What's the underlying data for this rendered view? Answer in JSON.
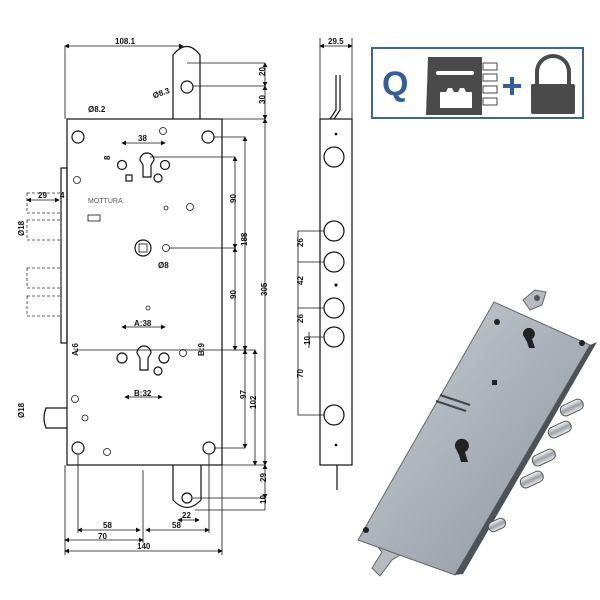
{
  "front_view": {
    "brand": "MOTTURA",
    "dims": {
      "width_top": "108.1",
      "hole_top": "Ø8.3",
      "hole_screw": "Ø8.2",
      "d20": "20",
      "d30": "30",
      "d305": "305",
      "d188": "188",
      "d90a": "90",
      "d90b": "90",
      "d38": "38",
      "d8": "8",
      "spindle": "Ø8",
      "d29": "29",
      "d4": "4",
      "bolt_dia": "Ø18",
      "latch_dia": "Ø18",
      "a38": "A:38",
      "b32": "B:32",
      "a6": "A:6",
      "b9": "B:9",
      "d97": "97",
      "d102": "102",
      "d29b": "29",
      "d10": "10",
      "d22": "22",
      "d58a": "58",
      "d58b": "58",
      "d70": "70",
      "d140": "140"
    }
  },
  "side_view": {
    "dims": {
      "width": "29.5",
      "d26a": "26",
      "d42": "42",
      "d26b": "26",
      "d10": "10",
      "d70": "70"
    }
  },
  "badge": {
    "letter": "Q",
    "colors": {
      "border": "#3d6592",
      "letter": "#2f5f9c",
      "icon": "#4a4a4a"
    }
  }
}
